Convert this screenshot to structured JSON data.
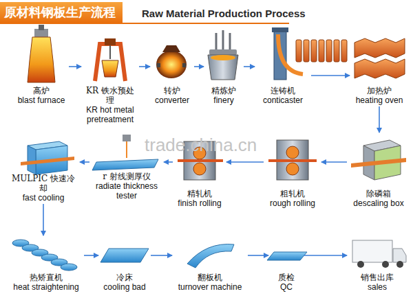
{
  "diagram": {
    "title": "原材料钢板生产流程",
    "nodes": [
      {
        "text": [
          "高炉",
          "blast furnace"
        ]
      },
      {
        "text": [
          "KR 铁水预处理",
          "KR hot metal pretreatment"
        ]
      },
      {
        "text": [
          "转炉",
          "converter"
        ]
      },
      {
        "text": [
          "精炼炉",
          "finery"
        ]
      },
      {
        "text": [
          "连铸机",
          "conticaster"
        ]
      },
      {
        "text": [
          "加热炉",
          "heating oven"
        ]
      },
      {
        "text": [
          "除磷箱",
          "descaling box"
        ]
      },
      {
        "text": [
          "粗轧机",
          "rough rolling"
        ]
      },
      {
        "text": [
          "精轧机",
          "finish rolling"
        ]
      },
      {
        "text": [
          "r 射线测厚仪",
          "radiate thickness tester"
        ]
      },
      {
        "text": [
          "MULPIC 快速冷却",
          "fast cooling"
        ]
      },
      {
        "text": [
          "热矫直机",
          "heat straightening"
        ]
      },
      {
        "text": [
          "冷床",
          "cooling bad"
        ]
      },
      {
        "text": [
          "翻板机",
          "turnover machine"
        ]
      },
      {
        "text": [
          "质检",
          "QC"
        ]
      },
      {
        "text": [
          "销售出库",
          "sales"
        ]
      }
    ],
    "edges": [
      {
        "from": 0,
        "to": 1,
        "arrow": "to"
      },
      {
        "from": 1,
        "to": 2,
        "arrow": "to"
      },
      {
        "from": 2,
        "to": 3,
        "arrow": "to"
      },
      {
        "from": 3,
        "to": 4,
        "arrow": "to"
      },
      {
        "from": 4,
        "to": 5,
        "arrow": "to"
      },
      {
        "from": 5,
        "to": 6,
        "arrow": "to"
      },
      {
        "from": 6,
        "to": 7,
        "arrow": "to"
      },
      {
        "from": 7,
        "to": 8,
        "arrow": "to"
      },
      {
        "from": 8,
        "to": 9,
        "arrow": "to"
      },
      {
        "from": 9,
        "to": 10,
        "arrow": "to"
      },
      {
        "from": 10,
        "to": 11,
        "arrow": "to"
      },
      {
        "from": 11,
        "to": 12,
        "arrow": "to"
      },
      {
        "from": 12,
        "to": 13,
        "arrow": "to"
      },
      {
        "from": 13,
        "to": 14,
        "arrow": "to"
      },
      {
        "from": 14,
        "to": 15,
        "arrow": "to"
      }
    ],
    "labels": [
      "Raw Material Production Process",
      "trade.china.cn"
    ]
  }
}
